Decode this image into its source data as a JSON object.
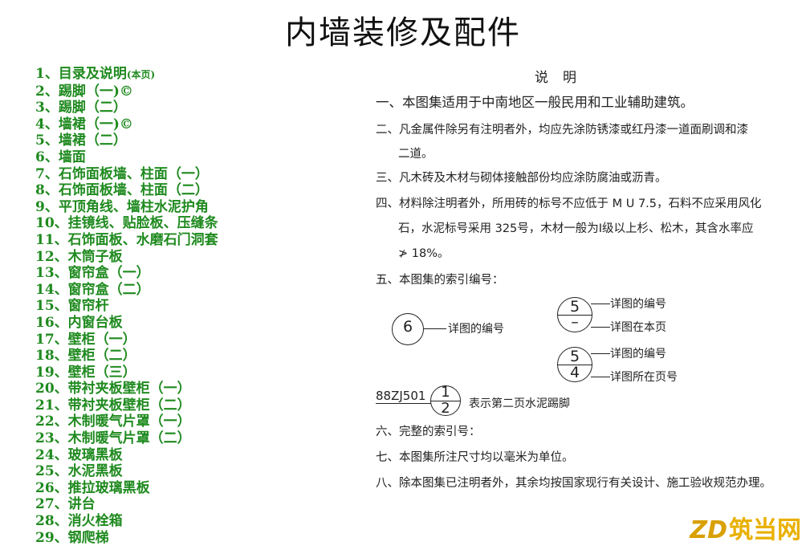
{
  "title": "内墙装修及配件",
  "toc": [
    {
      "text": "1、目录及说明",
      "note": "(本页)"
    },
    {
      "text": "2、踢脚（一)©"
    },
    {
      "text": "3、踢脚（二）"
    },
    {
      "text": "4、墙裙（一)©"
    },
    {
      "text": "5、墙裙（二）"
    },
    {
      "text": "6、墙面"
    },
    {
      "text": "7、石饰面板墙、柱面（一）"
    },
    {
      "text": "8、石饰面板墙、柱面（二）"
    },
    {
      "text": "9、平顶角线、墙柱水泥护角"
    },
    {
      "text": "10、挂镜线、贴脸板、压缝条"
    },
    {
      "text": "11、石饰面板、水磨石门洞套"
    },
    {
      "text": "12、木筒子板"
    },
    {
      "text": "13、窗帘盒（一）"
    },
    {
      "text": "14、窗帘盒（二）"
    },
    {
      "text": "15、窗帘杆"
    },
    {
      "text": "16、内窗台板"
    },
    {
      "text": "17、壁柜（一）"
    },
    {
      "text": "18、壁柜（二）"
    },
    {
      "text": "19、壁柜（三）"
    },
    {
      "text": "20、带衬夹板壁柜（一）"
    },
    {
      "text": "21、带衬夹板壁柜（二）"
    },
    {
      "text": "22、木制暖气片罩（一）"
    },
    {
      "text": "23、木制暖气片罩（二）"
    },
    {
      "text": "24、玻璃黑板"
    },
    {
      "text": "25、水泥黑板"
    },
    {
      "text": "26、推拉玻璃黑板"
    },
    {
      "text": "27、讲台"
    },
    {
      "text": "28、消火栓箱"
    },
    {
      "text": "29、钢爬梯"
    }
  ],
  "notes": {
    "heading": "说明",
    "n1": "一、本图集适用于中南地区一般民用和工业辅助建筑。",
    "n2a": "二、凡金属件除另有注明者外，均应先涂防锈漆或红丹漆一道面刷调和漆",
    "n2b": "二道。",
    "n3": "三、凡木砖及木材与砌体接触部份均应涂防腐油或沥青。",
    "n4a": "四、材料除注明者外，所用砖的标号不应低于 M U 7.5，石料不应采用风化",
    "n4b": "石，水泥标号采用 325号，木材一般为Ⅰ级以上杉、松木，其含水率应",
    "n4c": "≯ 18%。",
    "n5": "五、本图集的索引编号：",
    "n6": "六、完整的索引号：",
    "n7": "七、本图集所注尺寸均以毫米为单位。",
    "n8": "八、除本图集已注明者外，其余均按国家现行有关设计、施工验收规范办理。"
  },
  "index": {
    "a_num": "6",
    "a_label": "详图的编号",
    "b_top": "5",
    "b_bottom": "–",
    "b_label1": "详图的编号",
    "b_label2": "详图在本页",
    "c_top": "5",
    "c_bottom": "4",
    "c_label1": "详图的编号",
    "c_label2": "详图所在页号",
    "d_code": "88ZJ501",
    "d_top": "1",
    "d_bottom": "2",
    "d_label": "表示第二页水泥踢脚"
  },
  "watermark": {
    "prefix": "ZD",
    "text": "筑当网"
  },
  "colors": {
    "toc": "#1f8a1f",
    "watermark": "#e9b000"
  }
}
